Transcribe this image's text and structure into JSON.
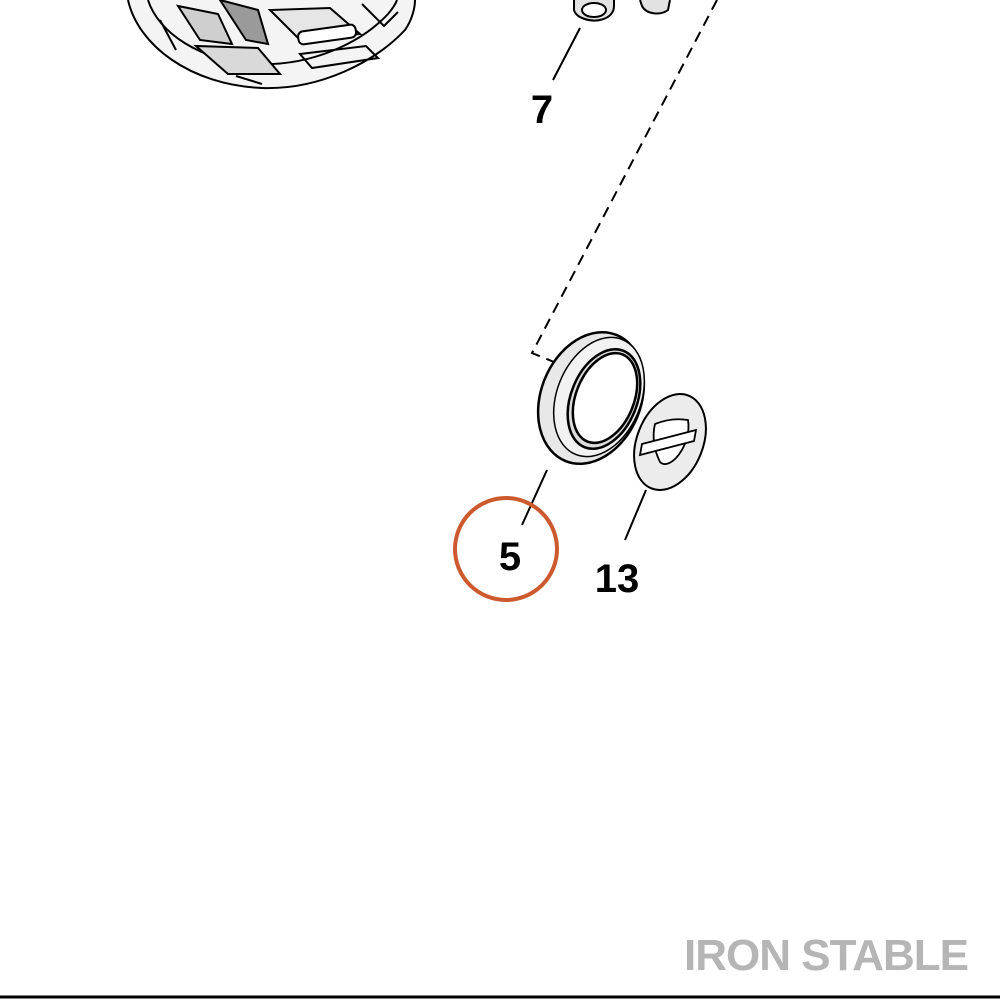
{
  "callouts": {
    "part_7": "7",
    "part_5": "5",
    "part_13": "13"
  },
  "highlight": {
    "target": "5",
    "color": "#cc5a2e"
  },
  "watermark": {
    "text": "IRON STABLE"
  },
  "colors": {
    "line": "#000000",
    "part_fill": "#ececec",
    "watermark": "#b5b5b5"
  }
}
